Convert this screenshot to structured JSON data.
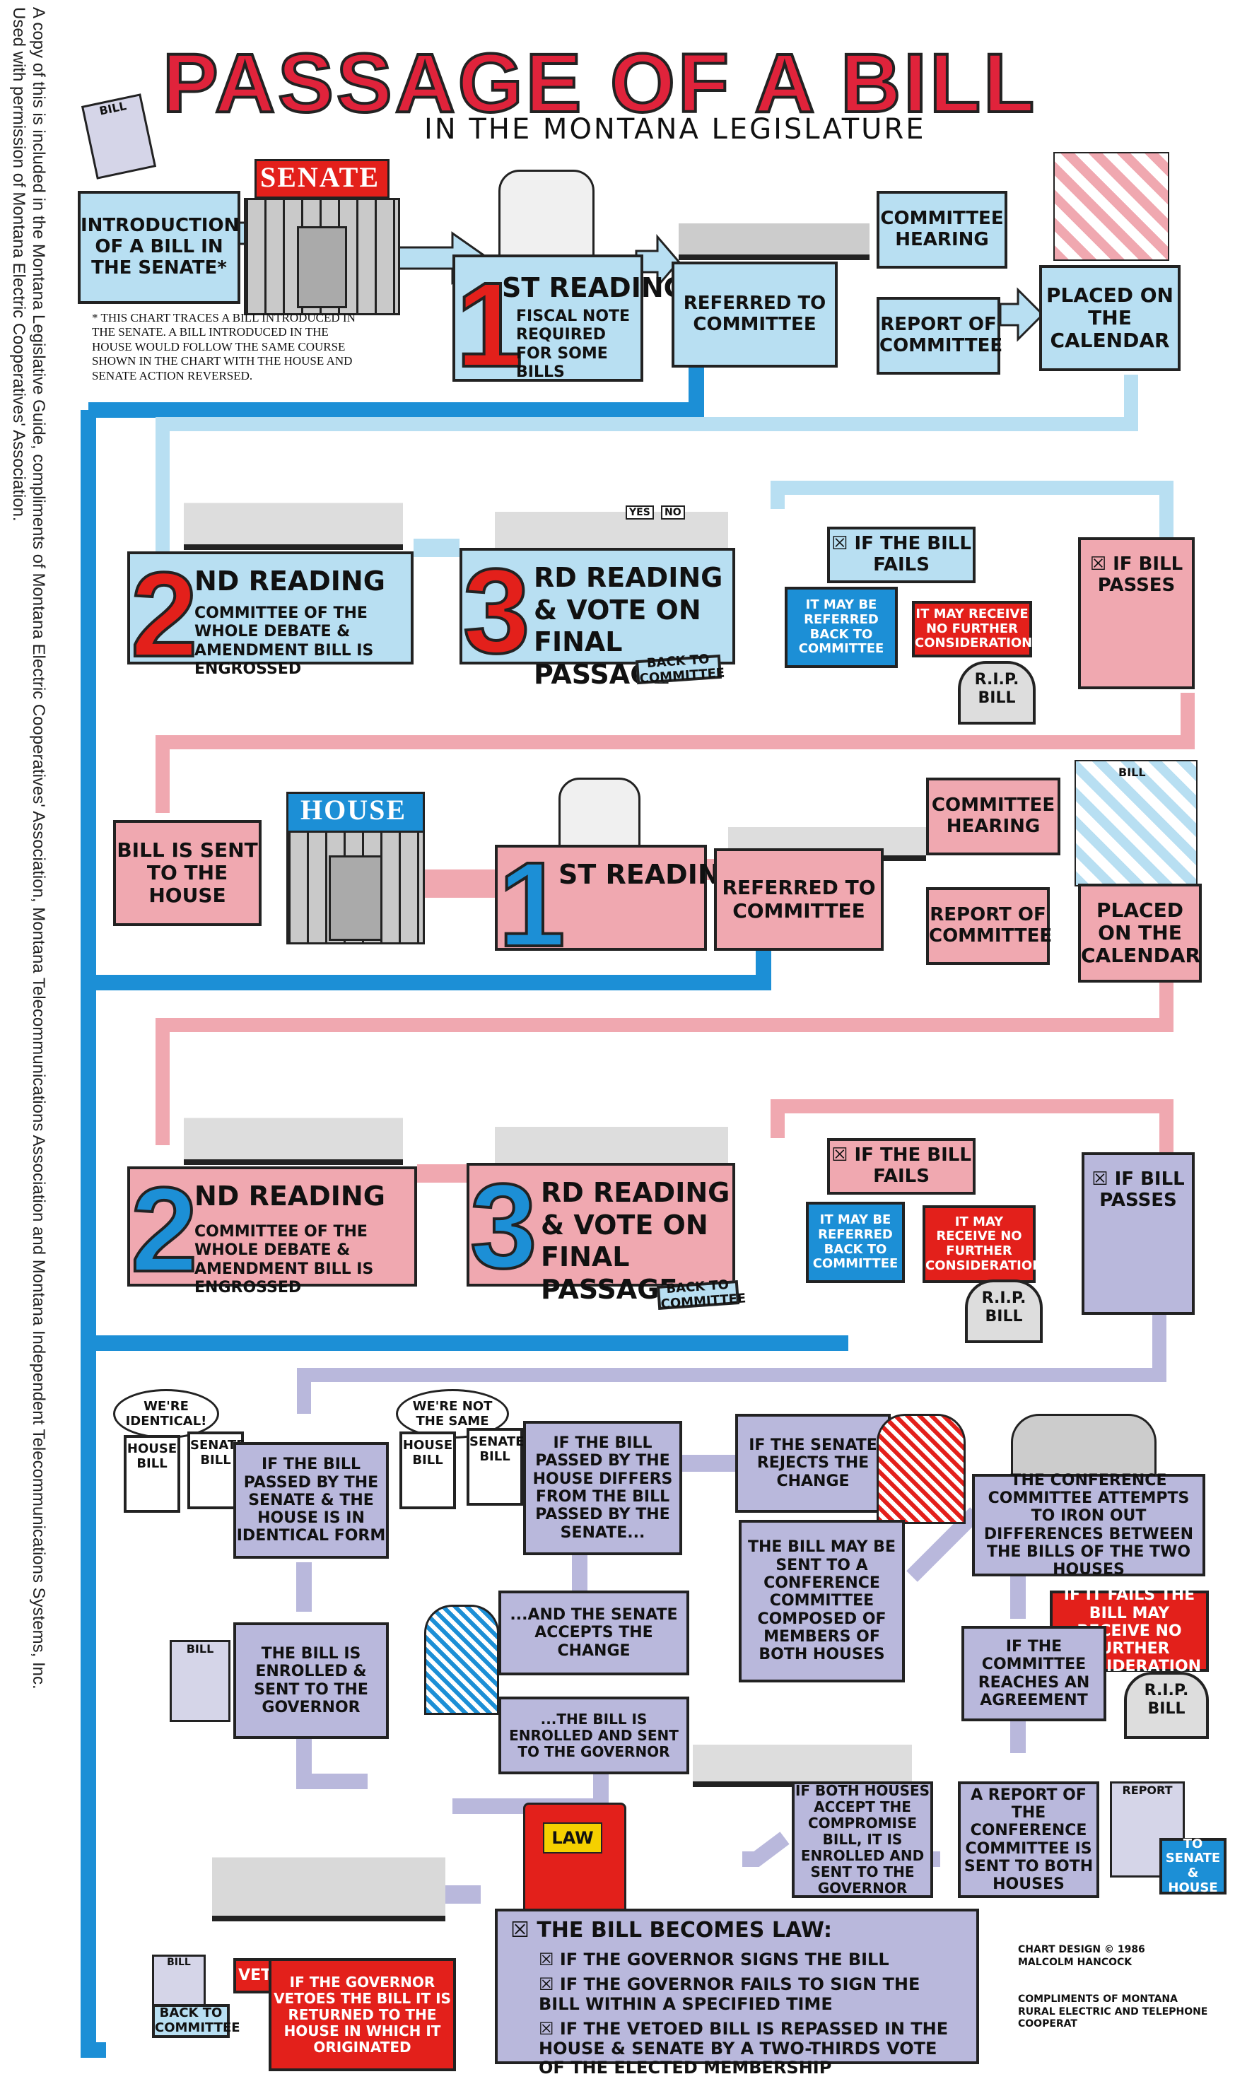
{
  "side_credit": {
    "line1": "Used with permission of Montana Electric Cooperatives' Association.",
    "line2": "A copy of this is included in the Montana Legislative Guide, compliments of Montana Electric Cooperatives' Association, Montana Telecommunications Association and Montana Independent Telecommunications Systems, Inc."
  },
  "title": "PASSAGE OF A BILL",
  "subtitle": "IN THE MONTANA LEGISLATURE",
  "senate": {
    "building": "SENATE",
    "intro": "INTRODUCTION OF A BILL IN THE SENATE*",
    "footnote": "* THIS CHART TRACES A BILL INTRODUCED IN THE SENATE. A BILL INTRODUCED IN THE HOUSE WOULD FOLLOW THE SAME COURSE SHOWN IN THE CHART WITH THE HOUSE AND SENATE ACTION REVERSED.",
    "first_reading_num": "1",
    "first_reading": "ST READING",
    "first_reading_sub": "FISCAL NOTE REQUIRED FOR SOME BILLS",
    "referred": "REFERRED TO COMMITTEE",
    "hearing": "COMMITTEE HEARING",
    "report": "REPORT OF COMMITTEE",
    "calendar": "PLACED ON THE CALENDAR",
    "second_num": "2",
    "second": "ND READING",
    "second_sub": "COMMITTEE OF THE WHOLE DEBATE & AMENDMENT BILL IS ENGROSSED",
    "third_num": "3",
    "third": "RD READING & VOTE ON FINAL PASSAGE",
    "fails": "☒ IF THE BILL FAILS",
    "referred_back": "IT MAY BE REFERRED BACK TO COMMITTEE",
    "no_further": "IT MAY RECEIVE NO FURTHER CONSIDERATION",
    "passes": "☒ IF BILL PASSES",
    "back_sign": "BACK TO COMMITTEE",
    "rip": "R.I.P. BILL",
    "bill_tag": "BILL",
    "yes": "YES",
    "no": "NO"
  },
  "house": {
    "sent": "BILL IS SENT TO THE HOUSE",
    "building": "HOUSE",
    "first_num": "1",
    "first": "ST READING",
    "referred": "REFERRED TO COMMITTEE",
    "hearing": "COMMITTEE HEARING",
    "report": "REPORT OF COMMITTEE",
    "calendar": "PLACED ON THE CALENDAR",
    "second_num": "2",
    "second": "ND READING",
    "second_sub": "COMMITTEE OF THE WHOLE DEBATE & AMENDMENT BILL IS ENGROSSED",
    "third_num": "3",
    "third": "RD READING & VOTE ON FINAL PASSAGE",
    "fails": "☒ IF THE BILL FAILS",
    "referred_back": "IT MAY BE REFERRED BACK TO COMMITTEE",
    "no_further": "IT MAY RECEIVE NO FURTHER CONSIDERATION",
    "passes": "☒ IF BILL PASSES",
    "back_sign": "BACK TO COMMITTEE",
    "rip": "R.I.P. BILL",
    "bill_tag": "BILL"
  },
  "final": {
    "identical_bubble": "WE'RE IDENTICAL!",
    "not_same_bubble": "WE'RE NOT THE SAME",
    "house_bill": "HOUSE BILL",
    "senate_bill": "SENATE BILL",
    "identical": "IF THE BILL PASSED BY THE SENATE & THE HOUSE IS IN IDENTICAL FORM",
    "differs": "IF THE BILL PASSED BY THE HOUSE DIFFERS FROM THE BILL PASSED BY THE SENATE...",
    "rejects": "IF THE SENATE REJECTS THE CHANGE",
    "conference_attempt": "THE CONFERENCE COMMITTEE ATTEMPTS TO IRON OUT DIFFERENCES BETWEEN THE BILLS OF THE TWO HOUSES",
    "conference_sent": "THE BILL MAY BE SENT TO A CONFERENCE COMMITTEE COMPOSED OF MEMBERS OF BOTH HOUSES",
    "conf_fails": "IF IT FAILS THE BILL MAY RECEIVE NO FURTHER CONSIDERATION",
    "enrolled_gov": "THE BILL IS ENROLLED & SENT TO THE GOVERNOR",
    "accepts": "...AND THE SENATE ACCEPTS THE CHANGE",
    "accepts_enrolled": "...THE BILL IS ENROLLED AND SENT TO THE GOVERNOR",
    "agreement": "IF THE COMMITTEE REACHES AN AGREEMENT",
    "report_sent": "A REPORT OF THE CONFERENCE COMMITTEE IS SENT TO BOTH HOUSES",
    "both_accept": "IF BOTH HOUSES ACCEPT THE COMPROMISE BILL, IT IS ENROLLED AND SENT TO THE GOVERNOR",
    "rip": "R.I.P. BILL",
    "report_tag": "REPORT",
    "to_both_sign": "TO SENATE & HOUSE",
    "law_tag": "LAW",
    "bill_tag": "BILL",
    "veto_label": "VETO",
    "veto": "IF THE GOVERNOR VETOES THE BILL IT IS RETURNED TO THE HOUSE IN WHICH IT ORIGINATED",
    "back_sign": "BACK TO COMMITTEE",
    "law_head": "☒ THE BILL BECOMES LAW:",
    "law_items": [
      "☒ IF THE GOVERNOR SIGNS THE BILL",
      "☒ IF THE GOVERNOR FAILS TO SIGN THE BILL WITHIN A SPECIFIED TIME",
      "☒ IF THE VETOED BILL IS REPASSED IN THE HOUSE & SENATE BY A TWO-THIRDS VOTE OF THE ELECTED MEMBERSHIP"
    ]
  },
  "credits": {
    "design": "CHART DESIGN © 1986 MALCOLM HANCOCK",
    "compliments": "COMPLIMENTS OF MONTANA RURAL ELECTRIC AND TELEPHONE COOPERAT"
  },
  "colors": {
    "senate_blue": "#b8dff2",
    "house_pink": "#f0a8b0",
    "final_lavender": "#b9b8dc",
    "alert_red": "#e3201b",
    "deep_blue": "#1c8fd6",
    "title_red": "#e0233b"
  }
}
